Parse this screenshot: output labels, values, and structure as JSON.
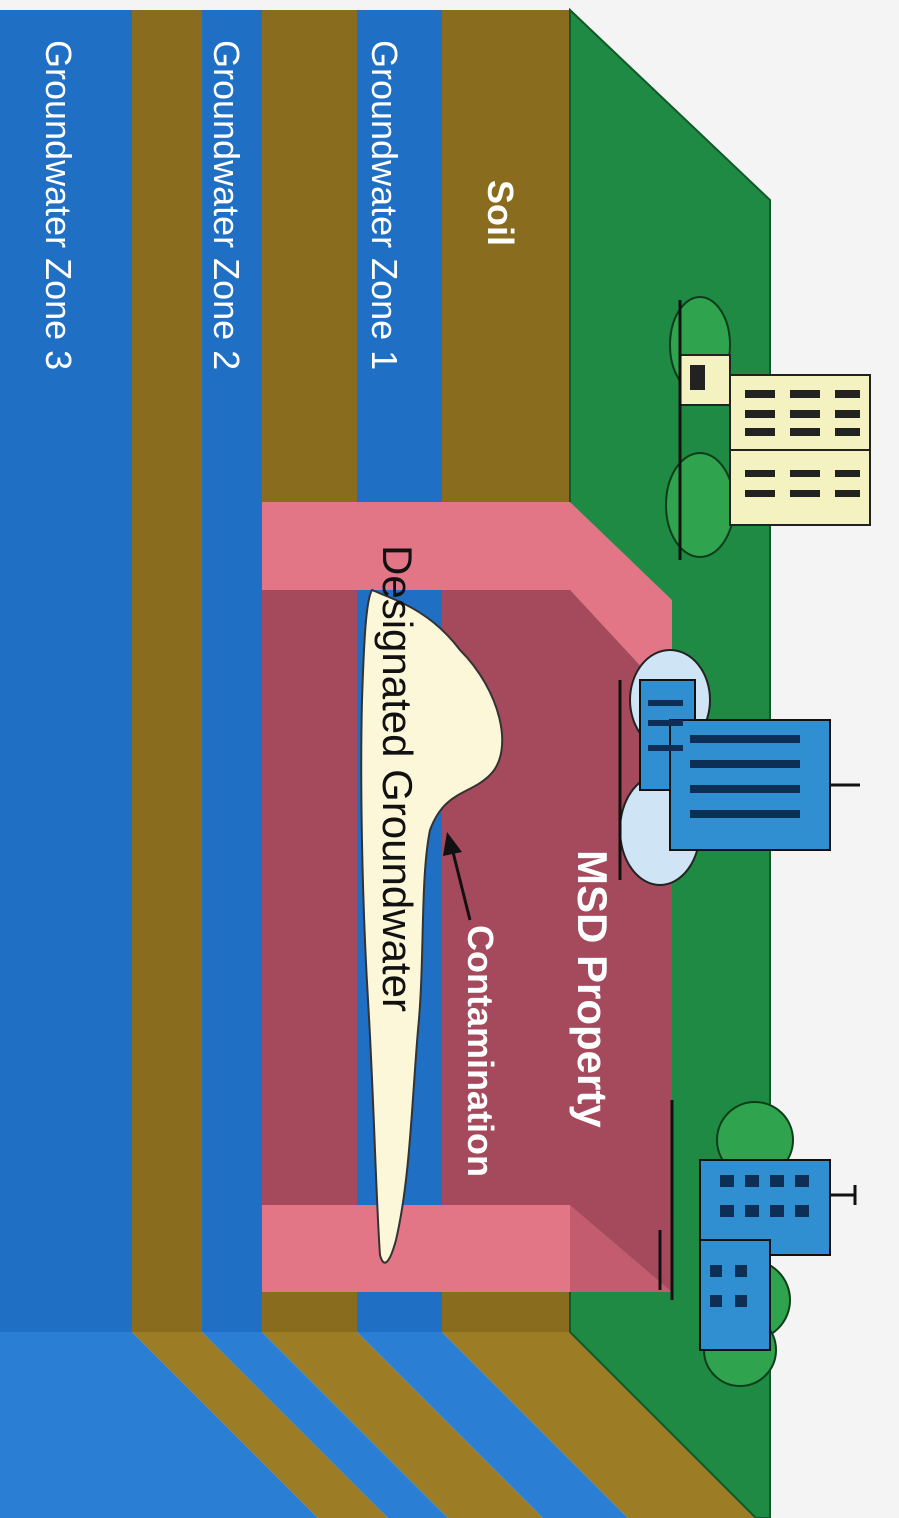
{
  "layers": {
    "soil": "Soil",
    "zone1": "Groundwater Zone 1",
    "zone2": "Groundwater Zone 2",
    "zone3": "Groundwater Zone 3"
  },
  "labels": {
    "property": "MSD Property",
    "contamination": "Contamination",
    "designated": "Designated Groundwater"
  },
  "colors": {
    "soil": "#8a6c1e",
    "soil_light": "#9c7d25",
    "groundwater": "#1f6fc4",
    "groundwater_light": "#2a7fd4",
    "surface": "#1f8a43",
    "property_box": "#a54a5c",
    "property_edge": "#e27586",
    "plume": "#fbf7d8"
  }
}
